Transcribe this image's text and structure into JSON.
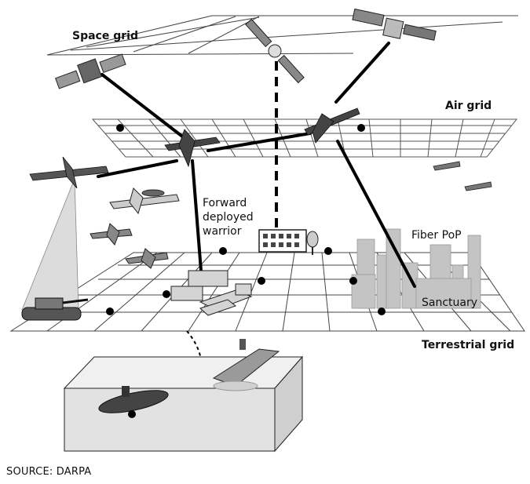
{
  "labels": {
    "space_grid": "Space grid",
    "air_grid": "Air grid",
    "terrestrial_grid": "Terrestrial grid",
    "forward_line1": "Forward",
    "forward_line2": "deployed",
    "forward_line3": "warrior",
    "fiber_pop": "Fiber PoP",
    "sanctuary": "Sanctuary"
  },
  "source": "SOURCE: DARPA",
  "colors": {
    "grid_line": "#333333",
    "node": "#000000",
    "beam": "#d8d8d8",
    "buildings": "#bdbdbd",
    "water_box": "#e6e6e6"
  }
}
